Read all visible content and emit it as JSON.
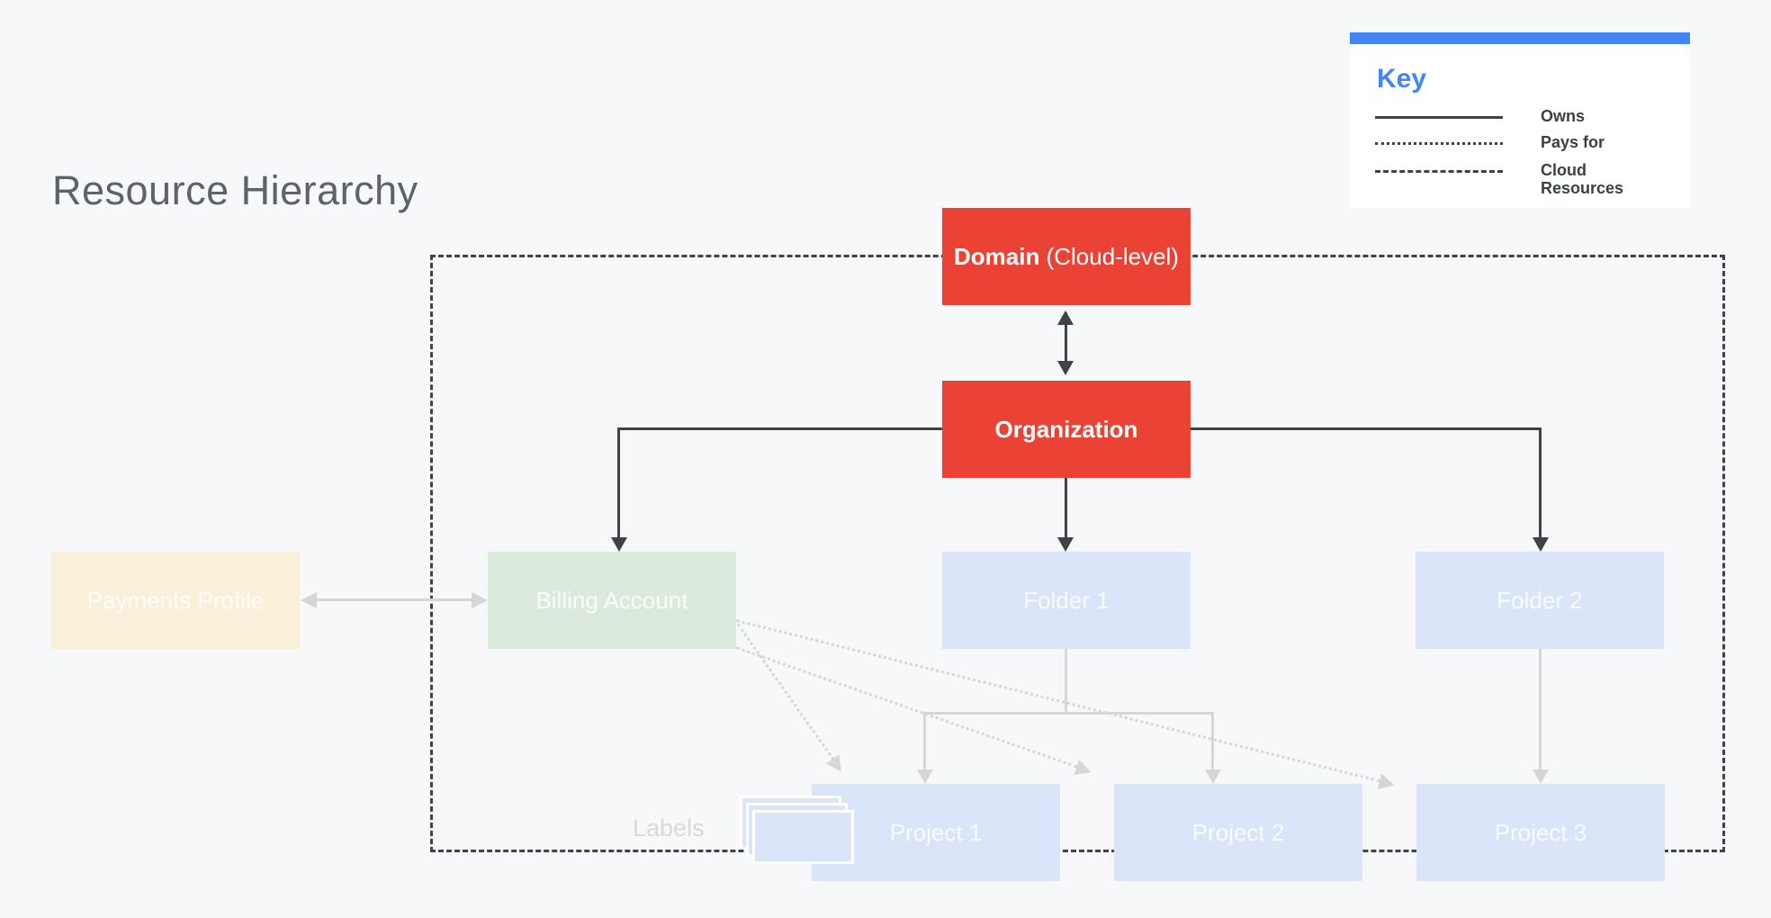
{
  "title": "Resource Hierarchy",
  "key": {
    "title": "Key",
    "items": [
      {
        "style": "solid",
        "label": "Owns"
      },
      {
        "style": "dotted",
        "label": "Pays for"
      },
      {
        "style": "dashed",
        "label": "Cloud Resources"
      }
    ]
  },
  "nodes": {
    "domain": {
      "bold": "Domain",
      "rest": " (Cloud-level)"
    },
    "organization": "Organization",
    "payments_profile": "Payments Profile",
    "billing_account": "Billing Account",
    "folder1": "Folder 1",
    "folder2": "Folder 2",
    "project1": "Project 1",
    "project2": "Project 2",
    "project3": "Project 3",
    "labels_caption": "Labels"
  },
  "colors": {
    "background": "#f7f8fa",
    "red": "#ea4335",
    "blue": "#4285f4",
    "light-blue": "#dae5f9",
    "green": "#dceadb",
    "cream": "#faf0da",
    "dark-line": "#3f4246",
    "gray-line": "#d4d6d8",
    "title-gray": "#5f6368",
    "key-label": "#3c4043",
    "faint-text": "#d7d9db"
  }
}
